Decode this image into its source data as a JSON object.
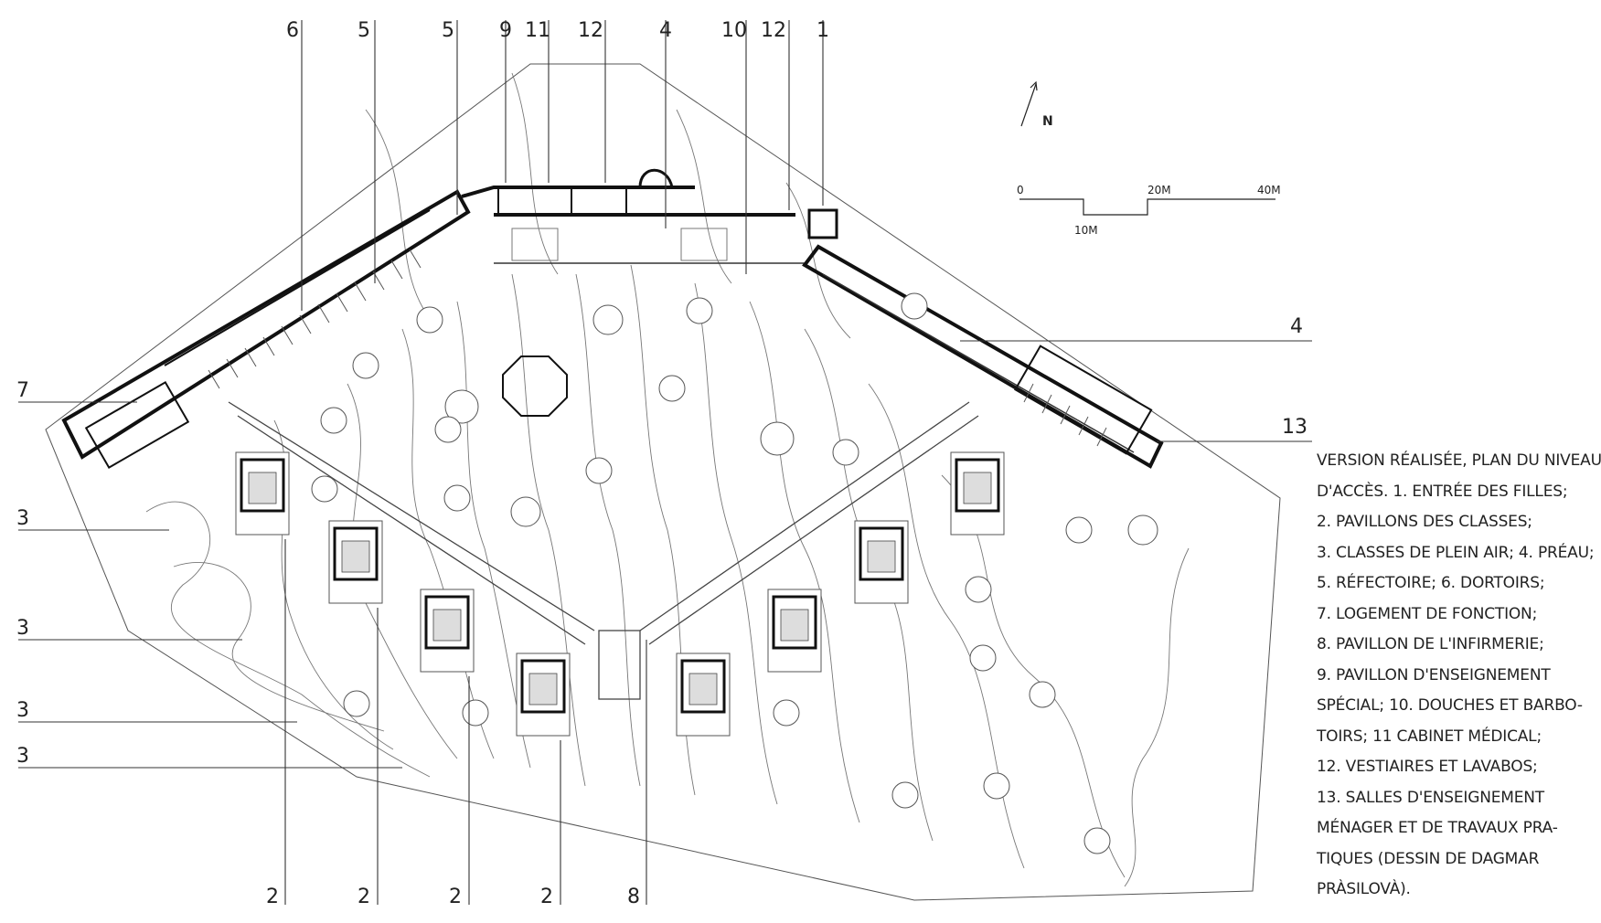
{
  "caption": [
    "VERSION RÉALISÉE, PLAN DU NIVEAU",
    "D'ACCÈS. 1. ENTRÉE DES FILLES;",
    "2. PAVILLONS DES CLASSES;",
    "3. CLASSES DE PLEIN AIR; 4. PRÉAU;",
    "5. RÉFECTOIRE; 6. DORTOIRS;",
    "7. LOGEMENT DE FONCTION;",
    "8. PAVILLON DE L'INFIRMERIE;",
    "9. PAVILLON D'ENSEIGNEMENT",
    "SPÉCIAL; 10. DOUCHES ET BARBO-",
    "TOIRS; 11 CABINET MÉDICAL;",
    "12. VESTIAIRES ET LAVABOS;",
    "13. SALLES D'ENSEIGNEMENT",
    "MÉNAGER ET DE TRAVAUX PRA-",
    "TIQUES (DESSIN DE DAGMAR",
    "PRÀSILOVÀ)."
  ],
  "top_labels": [
    "6",
    "5",
    "5",
    "9",
    "11",
    "12",
    "4",
    "10",
    "12",
    "1"
  ],
  "left_labels": [
    "7",
    "3",
    "3",
    "3",
    "3"
  ],
  "right_labels": [
    "4",
    "13"
  ],
  "bottom_labels": [
    "2",
    "2",
    "2",
    "2",
    "8"
  ],
  "north_label": "N",
  "scale_labels": [
    "0",
    "20M",
    "40M",
    "10M"
  ]
}
